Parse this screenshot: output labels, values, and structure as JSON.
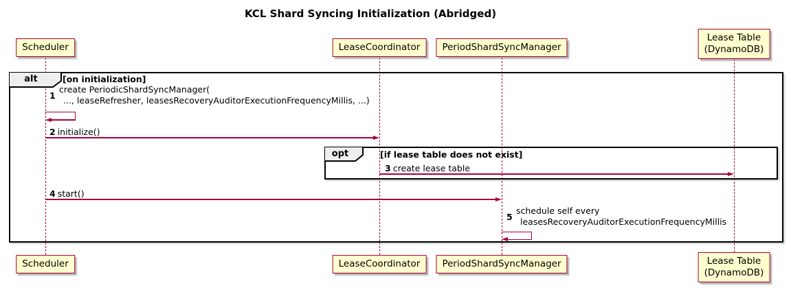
{
  "title": "KCL Shard Syncing Initialization (Abridged)",
  "colors": {
    "participant_fill": "#FEFECE",
    "participant_border": "#A80036",
    "arrow": "#A80036",
    "lifeline": "#A80036",
    "frame_border": "#000000",
    "frame_label_fill": "#EEEEEE",
    "background": "#FFFFFF",
    "text": "#000000"
  },
  "participants": [
    {
      "label": "Scheduler"
    },
    {
      "label": "LeaseCoordinator"
    },
    {
      "label": "PeriodShardSyncManager"
    },
    {
      "label_line1": "Lease Table",
      "label_line2": "(DynamoDB)"
    }
  ],
  "frames": {
    "alt": {
      "operator": "alt",
      "guard": "[on initialization]"
    },
    "opt": {
      "operator": "opt",
      "guard": "[if lease table does not exist]"
    }
  },
  "messages": {
    "m1": {
      "num": "1",
      "line1": "create PeriodicShardSyncManager(",
      "line2": "..., leaseRefresher, leasesRecoveryAuditorExecutionFrequencyMillis, ...)"
    },
    "m2": {
      "num": "2",
      "text": "initialize()"
    },
    "m3": {
      "num": "3",
      "text": "create lease table"
    },
    "m4": {
      "num": "4",
      "text": "start()"
    },
    "m5": {
      "num": "5",
      "line1": "schedule self every",
      "line2": "leasesRecoveryAuditorExecutionFrequencyMillis"
    }
  }
}
